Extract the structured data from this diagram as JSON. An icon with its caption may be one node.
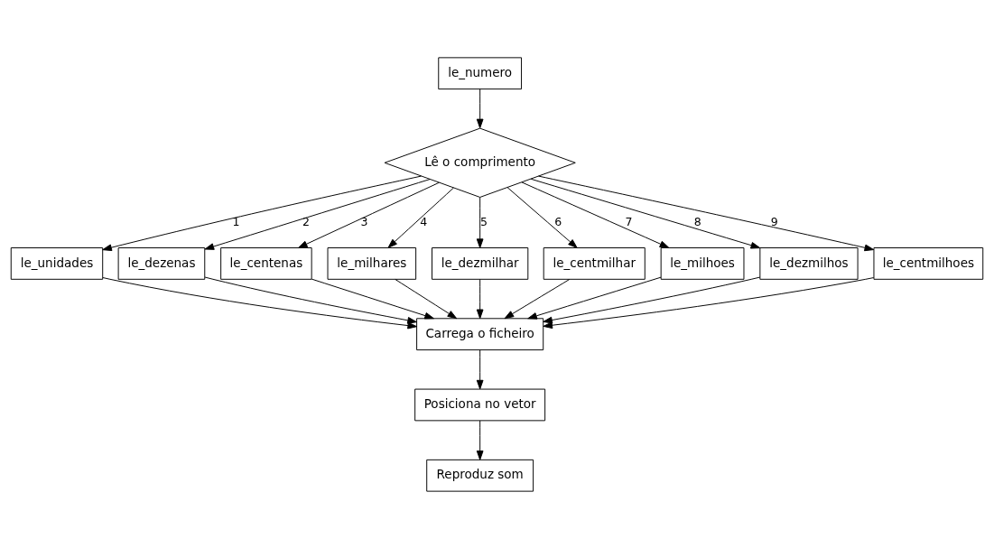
{
  "diagram": {
    "nodes": [
      {
        "text": [
          "le_numero"
        ]
      },
      {
        "text": [
          "Lê o comprimento"
        ]
      },
      {
        "text": [
          "le_unidades"
        ]
      },
      {
        "text": [
          "le_dezenas"
        ]
      },
      {
        "text": [
          "le_centenas"
        ]
      },
      {
        "text": [
          "le_milhares"
        ]
      },
      {
        "text": [
          "le_dezmilhar"
        ]
      },
      {
        "text": [
          "le_centmilhar"
        ]
      },
      {
        "text": [
          "le_milhoes"
        ]
      },
      {
        "text": [
          "le_dezmilhos"
        ]
      },
      {
        "text": [
          "le_centmilhoes"
        ]
      },
      {
        "text": [
          "Carrega o ficheiro"
        ]
      },
      {
        "text": [
          "Posiciona no vetor"
        ]
      },
      {
        "text": [
          "Reproduz som"
        ]
      }
    ],
    "edges": [
      {
        "from": 0,
        "to": 1,
        "arrow": "to"
      },
      {
        "from": 1,
        "to": 2,
        "arrow": "to",
        "label": "1"
      },
      {
        "from": 1,
        "to": 3,
        "arrow": "to",
        "label": "2"
      },
      {
        "from": 1,
        "to": 4,
        "arrow": "to",
        "label": "3"
      },
      {
        "from": 1,
        "to": 5,
        "arrow": "to",
        "label": "4"
      },
      {
        "from": 1,
        "to": 6,
        "arrow": "to",
        "label": "5"
      },
      {
        "from": 1,
        "to": 7,
        "arrow": "to",
        "label": "6"
      },
      {
        "from": 1,
        "to": 8,
        "arrow": "to",
        "label": "7"
      },
      {
        "from": 1,
        "to": 9,
        "arrow": "to",
        "label": "8"
      },
      {
        "from": 1,
        "to": 10,
        "arrow": "to",
        "label": "9"
      },
      {
        "from": 2,
        "to": 11,
        "arrow": "to"
      },
      {
        "from": 3,
        "to": 11,
        "arrow": "to"
      },
      {
        "from": 4,
        "to": 11,
        "arrow": "to"
      },
      {
        "from": 5,
        "to": 11,
        "arrow": "to"
      },
      {
        "from": 6,
        "to": 11,
        "arrow": "to"
      },
      {
        "from": 7,
        "to": 11,
        "arrow": "to"
      },
      {
        "from": 8,
        "to": 11,
        "arrow": "to"
      },
      {
        "from": 9,
        "to": 11,
        "arrow": "to"
      },
      {
        "from": 10,
        "to": 11,
        "arrow": "to"
      },
      {
        "from": 11,
        "to": 12,
        "arrow": "to"
      },
      {
        "from": 12,
        "to": 13,
        "arrow": "to"
      }
    ]
  }
}
